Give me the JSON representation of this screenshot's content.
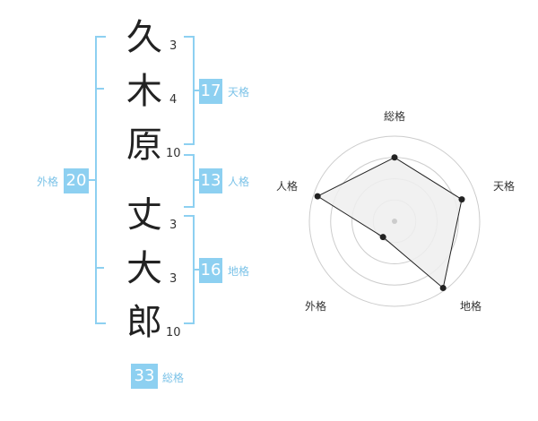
{
  "name": {
    "characters": [
      "久",
      "木",
      "原",
      "丈",
      "大",
      "郎"
    ],
    "strokes": [
      "3",
      "4",
      "10",
      "3",
      "3",
      "10"
    ]
  },
  "fortunes": {
    "tenkaku": {
      "value": "17",
      "label": "天格"
    },
    "jinkaku": {
      "value": "13",
      "label": "人格"
    },
    "chikaku": {
      "value": "16",
      "label": "地格"
    },
    "gaikaku": {
      "value": "20",
      "label": "外格"
    },
    "soukaku": {
      "value": "33",
      "label": "総格"
    }
  },
  "radar": {
    "labels": {
      "total": "総格",
      "ten": "天格",
      "chi": "地格",
      "gai": "外格",
      "jin": "人格"
    },
    "ring_count": 4,
    "values": {
      "total": 0.75,
      "ten": 0.83,
      "chi": 0.97,
      "gai": 0.23,
      "jin": 0.95
    },
    "colors": {
      "fill": "#eeeeee",
      "line": "#222222",
      "ring": "#cccccc",
      "point": "#222222",
      "center": "#cccccc"
    }
  }
}
